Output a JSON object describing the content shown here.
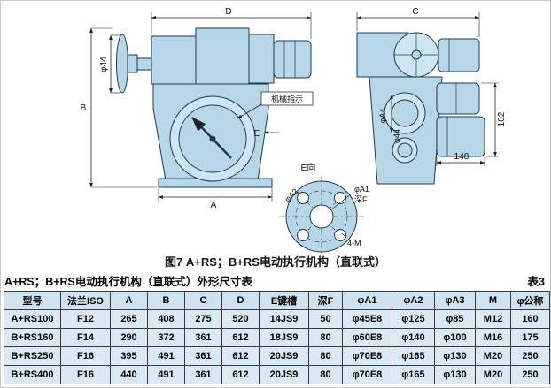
{
  "figure": {
    "caption": "图7 A+RS；B+RS电动执行机构（直联式）",
    "labels": {
      "dim_d": "D",
      "dim_c": "C",
      "dim_b": "B",
      "dim_a": "A",
      "phi44_front": "φ44",
      "mech_indicator": "机械指示",
      "phi_a4": "φA4",
      "phi44_side": "φ44",
      "dim_102": "102",
      "dim_148": "148",
      "e_arrow": "E",
      "view_e": "E向",
      "phi_a2": "φA2",
      "phi_a1": "φA1",
      "depth_f": "深F",
      "four_m": "4-M"
    }
  },
  "table": {
    "title": "A+RS；B+RS电动执行机构（直联式）外形尺寸表",
    "table_no": "表3",
    "headers": [
      "型号",
      "法兰ISO",
      "A",
      "B",
      "C",
      "D",
      "E键槽",
      "深F",
      "φA1",
      "φA2",
      "φA3",
      "M",
      "φ公称"
    ],
    "rows": [
      [
        "A+RS100",
        "F12",
        "265",
        "408",
        "275",
        "520",
        "14JS9",
        "50",
        "φ45E8",
        "φ125",
        "φ85",
        "M12",
        "160"
      ],
      [
        "B+RS160",
        "F14",
        "290",
        "372",
        "361",
        "612",
        "18JS9",
        "80",
        "φ60E8",
        "φ140",
        "φ100",
        "M16",
        "175"
      ],
      [
        "B+RS250",
        "F16",
        "395",
        "491",
        "361",
        "612",
        "20JS9",
        "80",
        "φ70E8",
        "φ165",
        "φ130",
        "M20",
        "250"
      ],
      [
        "B+RS400",
        "F16",
        "440",
        "491",
        "361",
        "612",
        "20JS9",
        "80",
        "φ70E8",
        "φ165",
        "φ130",
        "M20",
        "250"
      ]
    ]
  }
}
